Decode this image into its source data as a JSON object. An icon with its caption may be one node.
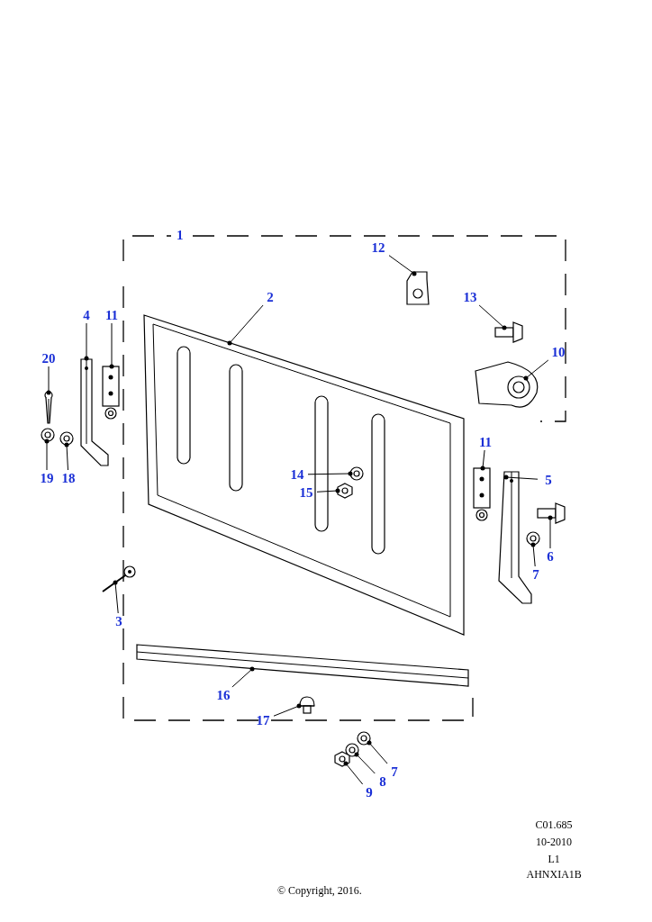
{
  "diagram": {
    "nodes": [
      {
        "text": [
          "2"
        ]
      },
      {
        "text": [],
        "shape": "picture"
      },
      {
        "text": [
          "3"
        ]
      },
      {
        "text": [],
        "shape": "picture"
      },
      {
        "text": [
          "4"
        ]
      },
      {
        "text": [],
        "shape": "picture"
      },
      {
        "text": [
          "11"
        ]
      },
      {
        "text": [],
        "shape": "picture"
      },
      {
        "text": [
          "20"
        ]
      },
      {
        "text": [],
        "shape": "picture"
      },
      {
        "text": [
          "19"
        ]
      },
      {
        "text": [],
        "shape": "picture"
      },
      {
        "text": [
          "18"
        ]
      },
      {
        "text": [],
        "shape": "picture"
      },
      {
        "text": [
          "12"
        ]
      },
      {
        "text": [],
        "shape": "picture"
      },
      {
        "text": [
          "13"
        ]
      },
      {
        "text": [],
        "shape": "picture"
      },
      {
        "text": [
          "10"
        ]
      },
      {
        "text": [],
        "shape": "picture"
      },
      {
        "text": [
          "11"
        ]
      },
      {
        "text": [],
        "shape": "picture"
      },
      {
        "text": [
          "5"
        ]
      },
      {
        "text": [],
        "shape": "picture"
      },
      {
        "text": [
          "6"
        ]
      },
      {
        "text": [],
        "shape": "picture"
      },
      {
        "text": [
          "7"
        ]
      },
      {
        "text": [],
        "shape": "picture"
      },
      {
        "text": [
          "14"
        ],
        "in": 1
      },
      {
        "text": [],
        "shape": "picture",
        "in": 1
      },
      {
        "text": [
          "15"
        ],
        "in": 1
      },
      {
        "text": [],
        "shape": "picture",
        "in": 1
      },
      {
        "text": [
          "16"
        ]
      },
      {
        "text": [],
        "shape": "picture"
      },
      {
        "text": [
          "17"
        ]
      },
      {
        "text": [],
        "shape": "picture"
      },
      {
        "text": [
          "7"
        ]
      },
      {
        "text": [],
        "shape": "picture"
      },
      {
        "text": [
          "8"
        ]
      },
      {
        "text": [],
        "shape": "picture"
      },
      {
        "text": [
          "9"
        ]
      },
      {
        "text": [],
        "shape": "picture"
      }
    ],
    "edges": [
      {
        "from": 0,
        "to": 1,
        "arrow": "other"
      },
      {
        "from": 2,
        "to": 3,
        "arrow": "other"
      },
      {
        "from": 4,
        "to": 5,
        "arrow": "other"
      },
      {
        "from": 6,
        "to": 7,
        "arrow": "other"
      },
      {
        "from": 8,
        "to": 9,
        "arrow": "other"
      },
      {
        "from": 10,
        "to": 11,
        "arrow": "other"
      },
      {
        "from": 12,
        "to": 13,
        "arrow": "other"
      },
      {
        "from": 14,
        "to": 15,
        "arrow": "other"
      },
      {
        "from": 16,
        "to": 17,
        "arrow": "other"
      },
      {
        "from": 18,
        "to": 19,
        "arrow": "other"
      },
      {
        "from": 20,
        "to": 21,
        "arrow": "other"
      },
      {
        "from": 22,
        "to": 23,
        "arrow": "other"
      },
      {
        "from": 24,
        "to": 25,
        "arrow": "other"
      },
      {
        "from": 26,
        "to": 27,
        "arrow": "other"
      },
      {
        "from": 28,
        "to": 29,
        "arrow": "other"
      },
      {
        "from": 30,
        "to": 31,
        "arrow": "other"
      },
      {
        "from": 32,
        "to": 33,
        "arrow": "other"
      },
      {
        "from": 34,
        "to": 35,
        "arrow": "other"
      },
      {
        "from": 36,
        "to": 37,
        "arrow": "other"
      },
      {
        "from": 38,
        "to": 39,
        "arrow": "other"
      },
      {
        "from": 40,
        "to": 41,
        "arrow": "other"
      }
    ],
    "labels": [
      "1",
      "C01.685",
      "10-2010",
      "L1",
      "AHNXIA1B",
      "© Copyright, 2016."
    ]
  }
}
